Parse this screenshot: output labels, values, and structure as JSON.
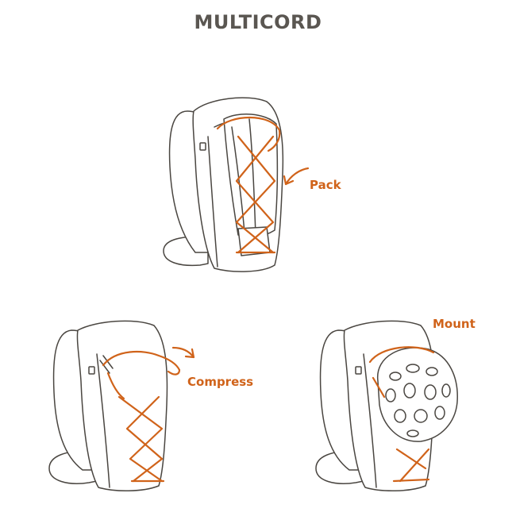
{
  "title": "MULTICORD",
  "labels": {
    "pack": "Pack",
    "compress": "Compress",
    "mount": "Mount"
  },
  "colors": {
    "accent": "#d0631a",
    "outline": "#4a4641",
    "title": "#5a5651"
  },
  "icons": [
    "backpack-icon",
    "bundle-icon",
    "helmet-icon",
    "arrow-icon"
  ]
}
